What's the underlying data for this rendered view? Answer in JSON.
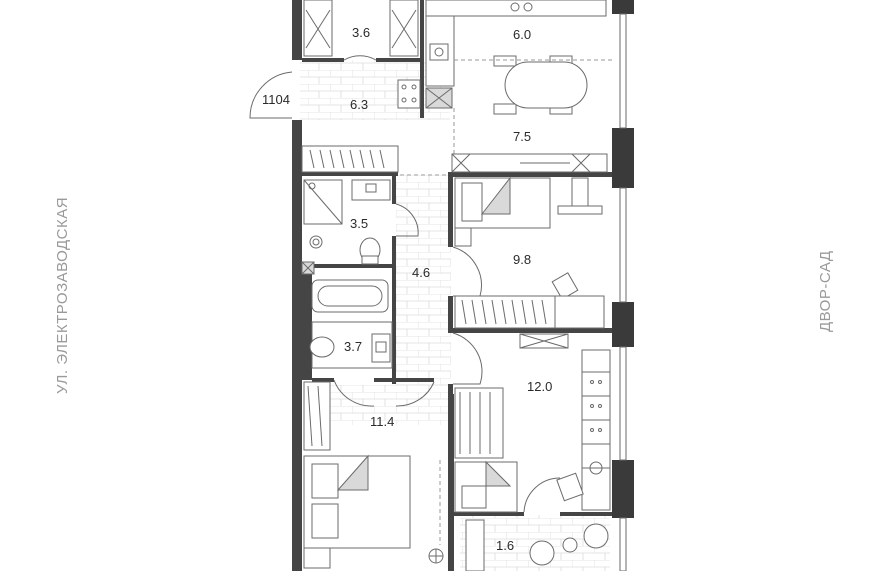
{
  "apartment": {
    "number": "1104"
  },
  "streets": {
    "left": "УЛ. ЭЛЕКТРОЗАВОДСКАЯ",
    "right": "ДВОР-САД"
  },
  "rooms": {
    "wardrobe_top": "3.6",
    "kitchen": "6.0",
    "hall": "6.3",
    "living": "7.5",
    "bath_top": "3.5",
    "corridor": "4.6",
    "bedroom_mid": "9.8",
    "bath_bottom": "3.7",
    "bedroom_right": "12.0",
    "bedroom_bottom": "11.4",
    "balcony": "1.6"
  }
}
